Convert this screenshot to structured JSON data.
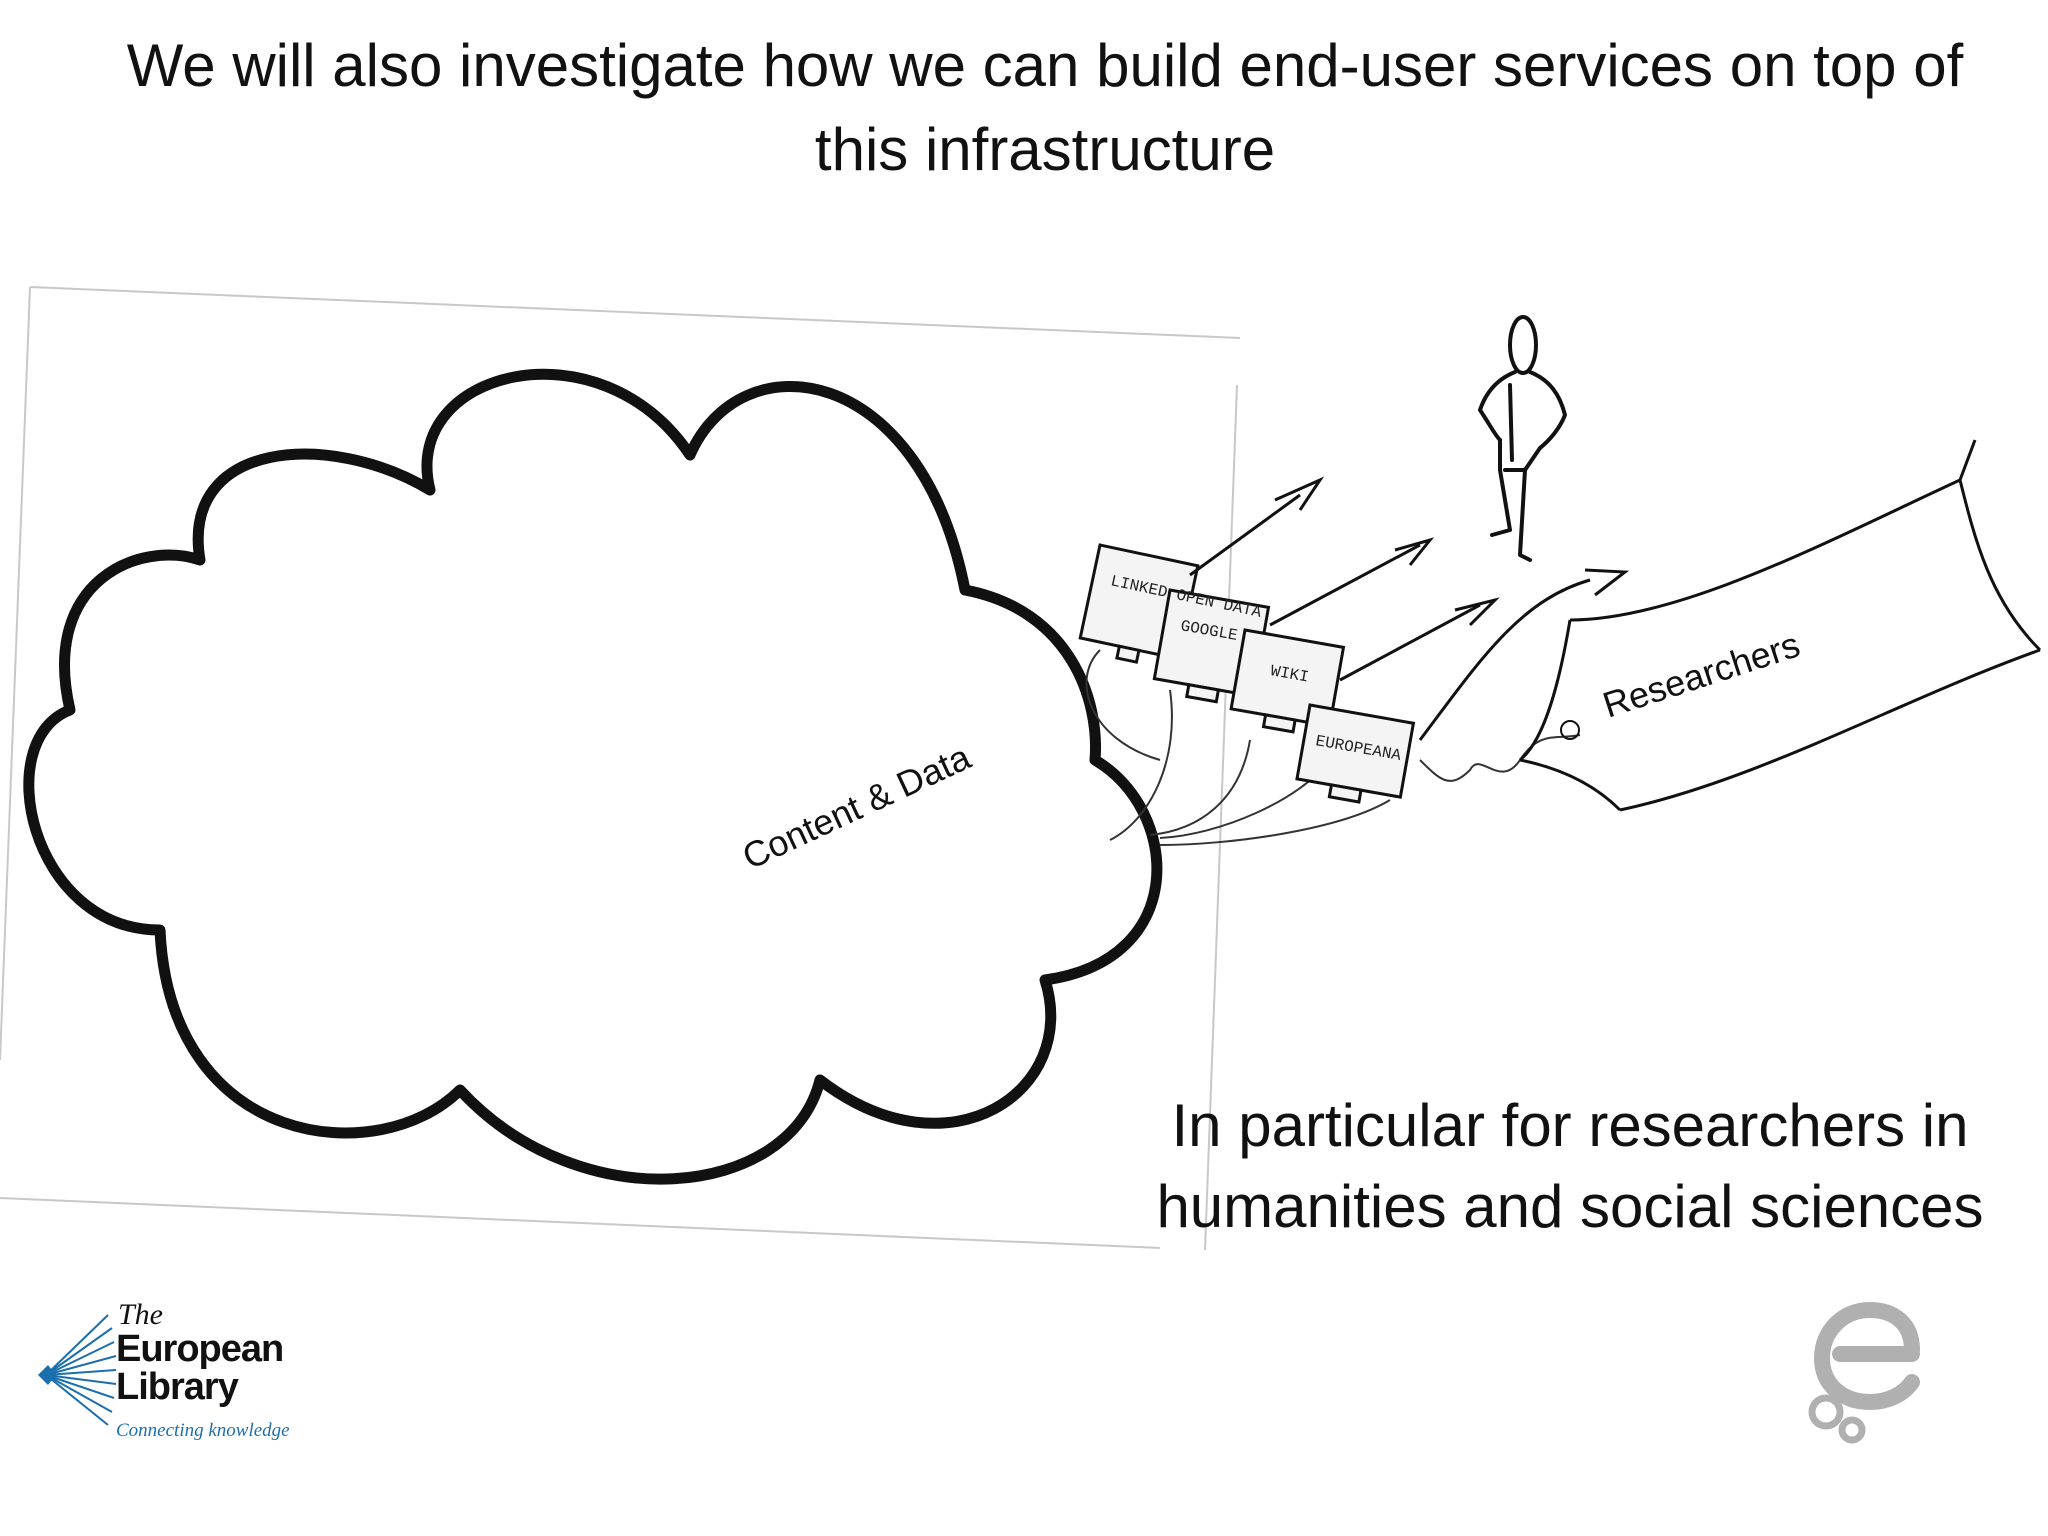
{
  "slide": {
    "title": "We will also investigate how we can build end-user services on top of this infrastructure",
    "subtitle": "In particular for researchers in humanities and social sciences"
  },
  "diagram": {
    "cloud_label": "Content & Data",
    "audience_label": "Researchers",
    "screen_labels": [
      "LINKED OPEN DATA",
      "GOOGLE",
      "WIKI",
      "EUROPEANA"
    ]
  },
  "logos": {
    "left": {
      "line1": "The",
      "line2": "European",
      "line3": "Library",
      "tagline": "Connecting knowledge",
      "color": "#1b6fae"
    },
    "right": {
      "icon": "e-logo-icon",
      "color": "#b0b0b0"
    }
  }
}
